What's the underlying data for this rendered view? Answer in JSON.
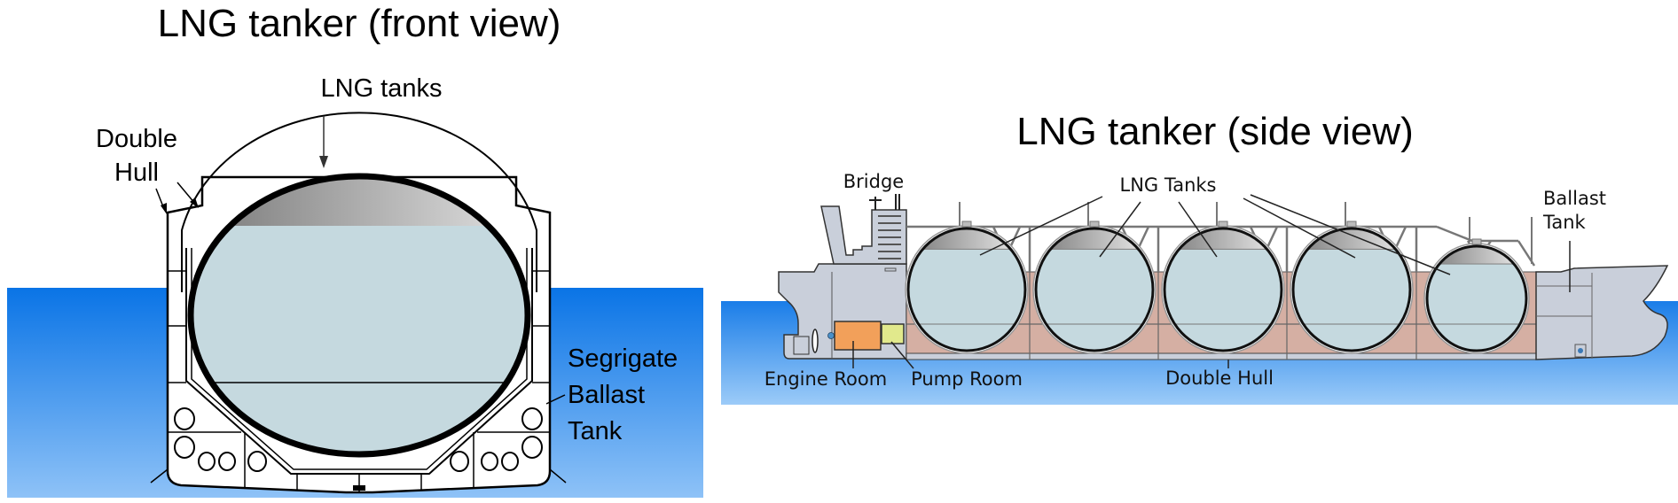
{
  "front_view": {
    "title": "LNG tanker (front view)",
    "labels": {
      "lng_tanks": "LNG tanks",
      "double_hull_line1": "Double",
      "double_hull_line2": "Hull",
      "ballast_line1": "Segrigate",
      "ballast_line2": "Ballast",
      "ballast_line3": "Tank"
    }
  },
  "side_view": {
    "title": "LNG tanker (side view)",
    "labels": {
      "bridge": "Bridge",
      "lng_tanks": "LNG Tanks",
      "ballast_line1": "Ballast",
      "ballast_line2": "Tank",
      "engine_room": "Engine Room",
      "pump_room": "Pump Room",
      "double_hull": "Double Hull"
    },
    "tank_count": 5
  },
  "colors": {
    "sea_top": "#0a74e6",
    "sea_bottom": "#8ec2f7",
    "lng_liquid": "#c5d9df",
    "hull_grey": "#c9cfda",
    "double_hull_brown": "#d5afa3",
    "engine_room": "#f2a05a",
    "pump_room": "#e1e98c"
  }
}
